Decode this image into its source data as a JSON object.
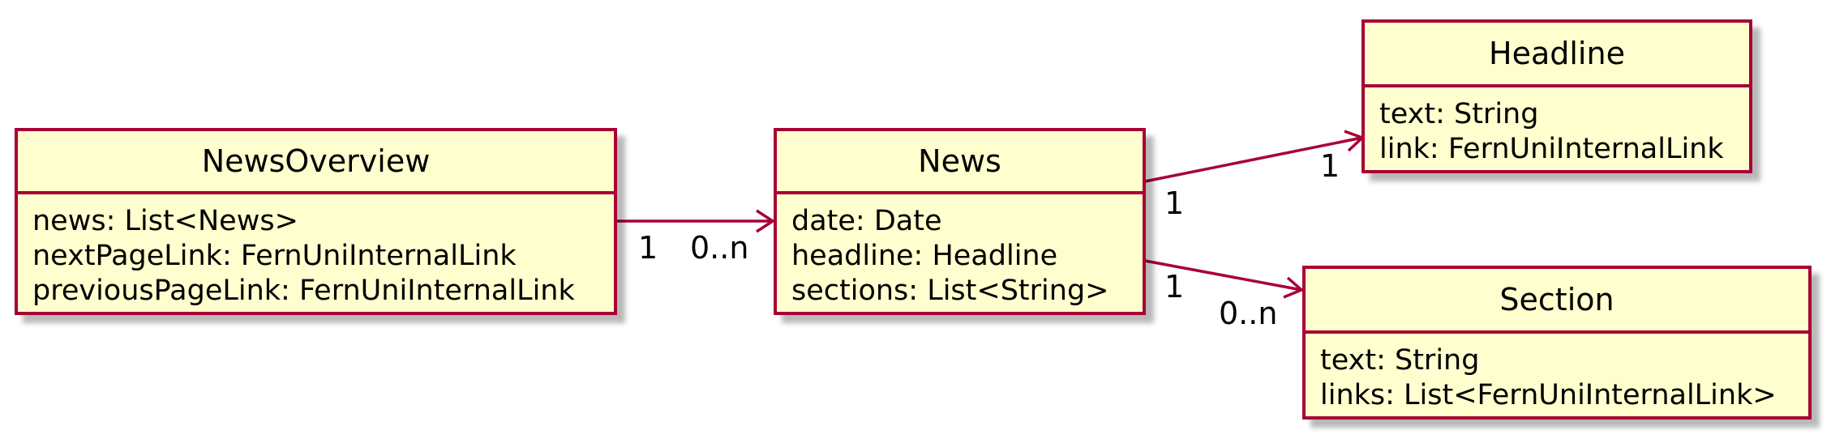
{
  "classes": {
    "news_overview": {
      "name": "NewsOverview",
      "attributes": [
        "news: List<News>",
        "nextPageLink: FernUniInternalLink",
        "previousPageLink: FernUniInternalLink"
      ]
    },
    "news": {
      "name": "News",
      "attributes": [
        "date: Date",
        "headline: Headline",
        "sections: List<String>"
      ]
    },
    "headline": {
      "name": "Headline",
      "attributes": [
        "text: String",
        "link: FernUniInternalLink"
      ]
    },
    "section": {
      "name": "Section",
      "attributes": [
        "text: String",
        "links: List<FernUniInternalLink>"
      ]
    }
  },
  "associations": {
    "overview_to_news": {
      "from_multiplicity": "1",
      "to_multiplicity": "0..n"
    },
    "news_to_headline": {
      "from_multiplicity": "1",
      "to_multiplicity": "1"
    },
    "news_to_section": {
      "from_multiplicity": "1",
      "to_multiplicity": "0..n"
    }
  },
  "colors": {
    "border": "#a80036",
    "fill": "#fefece",
    "text": "#000000"
  }
}
